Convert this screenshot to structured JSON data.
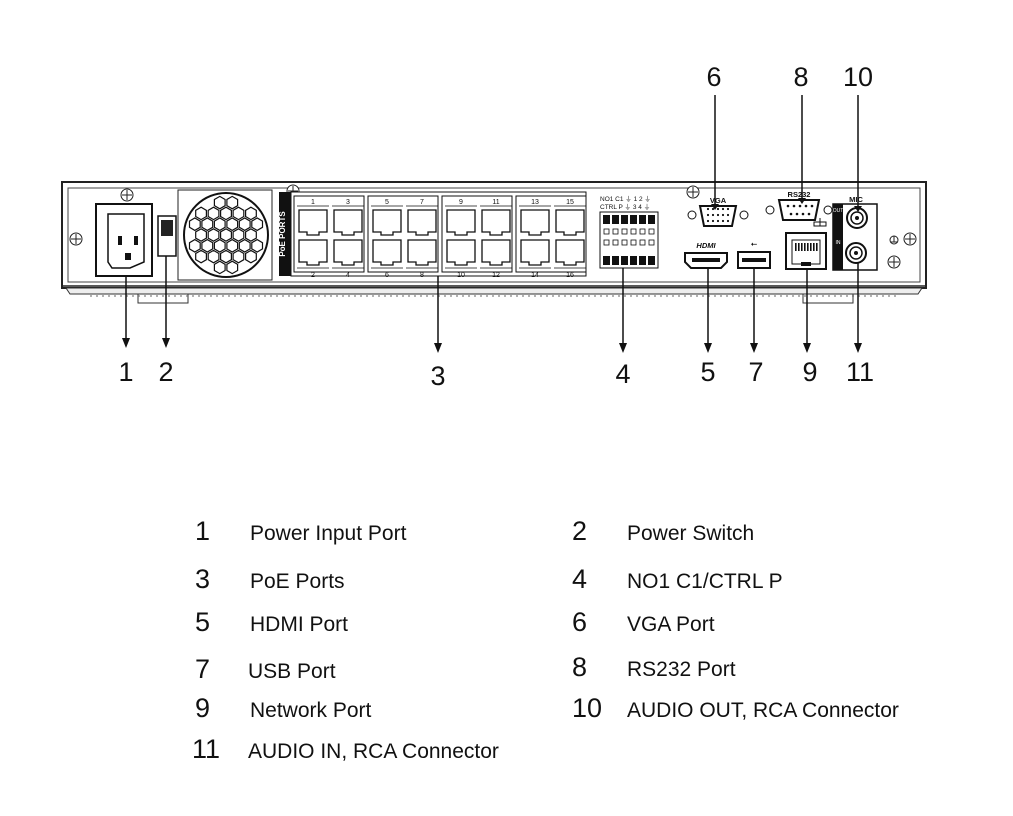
{
  "panel": {
    "poe_title": "PoE PORTS",
    "poe_top_numbers": [
      "1",
      "3",
      "5",
      "7",
      "9",
      "11",
      "13",
      "15"
    ],
    "poe_bottom_numbers": [
      "2",
      "4",
      "6",
      "8",
      "10",
      "12",
      "14",
      "16"
    ],
    "terminal_top_label": "NO1 C1 ⏚ 1 2 ⏚",
    "terminal_bottom_label": "CTRL P ⏚ 3 4 ⏚",
    "vga_label": "VGA",
    "hdmi_label": "HDMI",
    "usb_label": "⭠",
    "rs232_label": "RS232",
    "mic_label": "MIC",
    "out_label": "OUT",
    "in_label": "IN"
  },
  "callouts": [
    "1",
    "2",
    "3",
    "4",
    "5",
    "6",
    "7",
    "8",
    "9",
    "10",
    "11"
  ],
  "legend": [
    {
      "num": "1",
      "label": "Power Input Port"
    },
    {
      "num": "2",
      "label": "Power Switch"
    },
    {
      "num": "3",
      "label": "PoE Ports"
    },
    {
      "num": "4",
      "label": "NO1 C1/CTRL P"
    },
    {
      "num": "5",
      "label": "HDMI Port"
    },
    {
      "num": "6",
      "label": "VGA Port"
    },
    {
      "num": "7",
      "label": "USB Port"
    },
    {
      "num": "8",
      "label": "RS232 Port"
    },
    {
      "num": "9",
      "label": "Network Port"
    },
    {
      "num": "10",
      "label": "AUDIO OUT, RCA Connector"
    },
    {
      "num": "11",
      "label": "AUDIO IN, RCA Connector"
    }
  ]
}
